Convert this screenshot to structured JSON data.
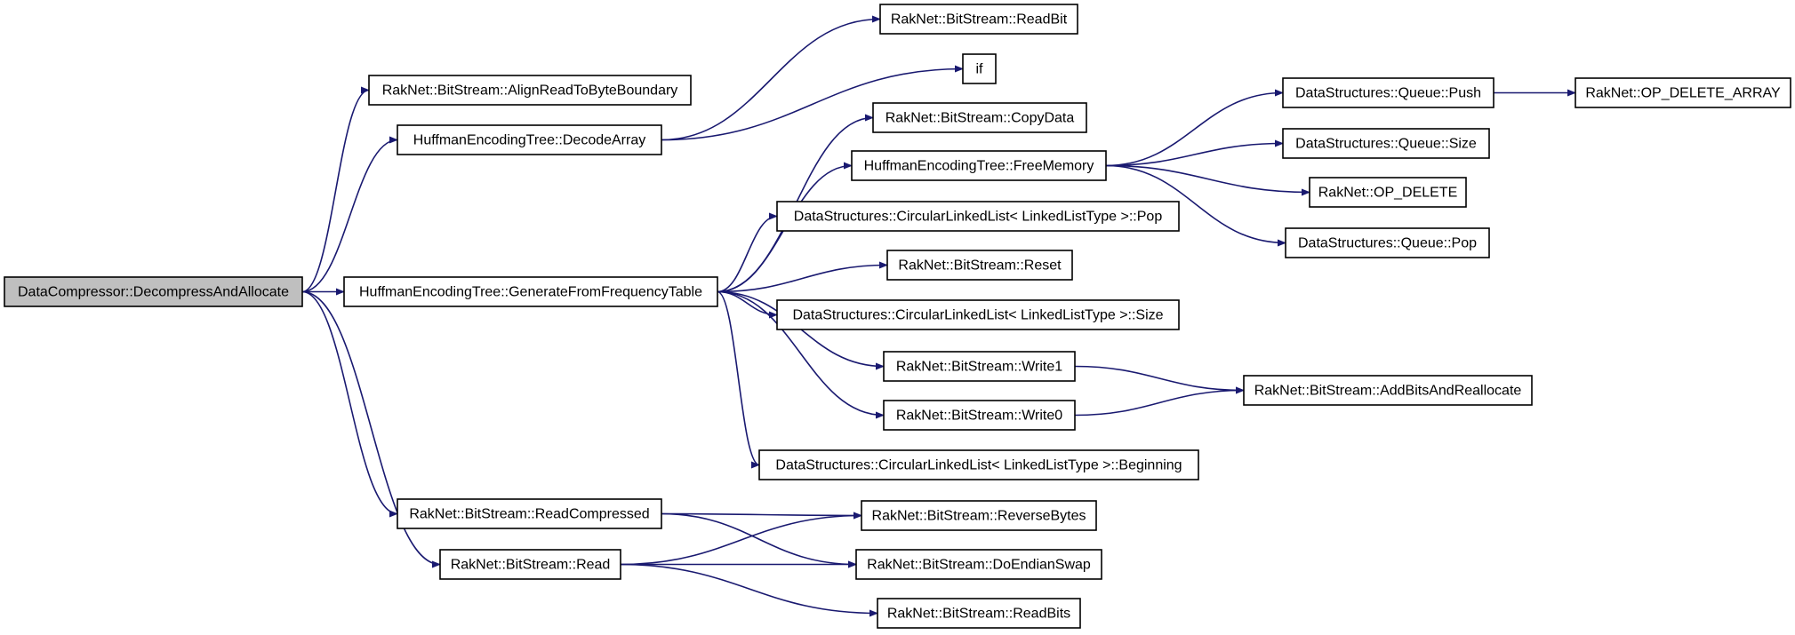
{
  "edge_color": "#191970",
  "root_fill": "#bfbfbf",
  "nodes": {
    "decompress": "DataCompressor::DecompressAndAllocate",
    "align": "RakNet::BitStream::AlignReadToByteBoundary",
    "decode_array": "HuffmanEncodingTree::DecodeArray",
    "gen_freq": "HuffmanEncodingTree::GenerateFromFrequencyTable",
    "read_compressed": "RakNet::BitStream::ReadCompressed",
    "read": "RakNet::BitStream::Read",
    "read_bit": "RakNet::BitStream::ReadBit",
    "if": "if",
    "copy_data": "RakNet::BitStream::CopyData",
    "free_memory": "HuffmanEncodingTree::FreeMemory",
    "cll_pop": "DataStructures::CircularLinkedList< LinkedListType >::Pop",
    "reset": "RakNet::BitStream::Reset",
    "cll_size": "DataStructures::CircularLinkedList< LinkedListType >::Size",
    "write1": "RakNet::BitStream::Write1",
    "write0": "RakNet::BitStream::Write0",
    "cll_beginning": "DataStructures::CircularLinkedList< LinkedListType >::Beginning",
    "reverse_bytes": "RakNet::BitStream::ReverseBytes",
    "endian_swap": "RakNet::BitStream::DoEndianSwap",
    "read_bits": "RakNet::BitStream::ReadBits",
    "queue_push": "DataStructures::Queue::Push",
    "queue_size": "DataStructures::Queue::Size",
    "op_delete": "RakNet::OP_DELETE",
    "queue_pop": "DataStructures::Queue::Pop",
    "op_delete_array": "RakNet::OP_DELETE_ARRAY",
    "add_bits": "RakNet::BitStream::AddBitsAndReallocate"
  },
  "edges": [
    [
      "decompress",
      "align"
    ],
    [
      "decompress",
      "decode_array"
    ],
    [
      "decompress",
      "gen_freq"
    ],
    [
      "decompress",
      "read_compressed"
    ],
    [
      "decompress",
      "read"
    ],
    [
      "decode_array",
      "read_bit"
    ],
    [
      "decode_array",
      "if"
    ],
    [
      "gen_freq",
      "copy_data"
    ],
    [
      "gen_freq",
      "free_memory"
    ],
    [
      "gen_freq",
      "cll_pop"
    ],
    [
      "gen_freq",
      "reset"
    ],
    [
      "gen_freq",
      "cll_size"
    ],
    [
      "gen_freq",
      "write1"
    ],
    [
      "gen_freq",
      "write0"
    ],
    [
      "gen_freq",
      "cll_beginning"
    ],
    [
      "free_memory",
      "queue_push"
    ],
    [
      "free_memory",
      "queue_size"
    ],
    [
      "free_memory",
      "op_delete"
    ],
    [
      "free_memory",
      "queue_pop"
    ],
    [
      "queue_push",
      "op_delete_array"
    ],
    [
      "write1",
      "add_bits"
    ],
    [
      "write0",
      "add_bits"
    ],
    [
      "read_compressed",
      "reverse_bytes"
    ],
    [
      "read_compressed",
      "endian_swap"
    ],
    [
      "read",
      "reverse_bytes"
    ],
    [
      "read",
      "endian_swap"
    ],
    [
      "read",
      "read_bits"
    ]
  ]
}
